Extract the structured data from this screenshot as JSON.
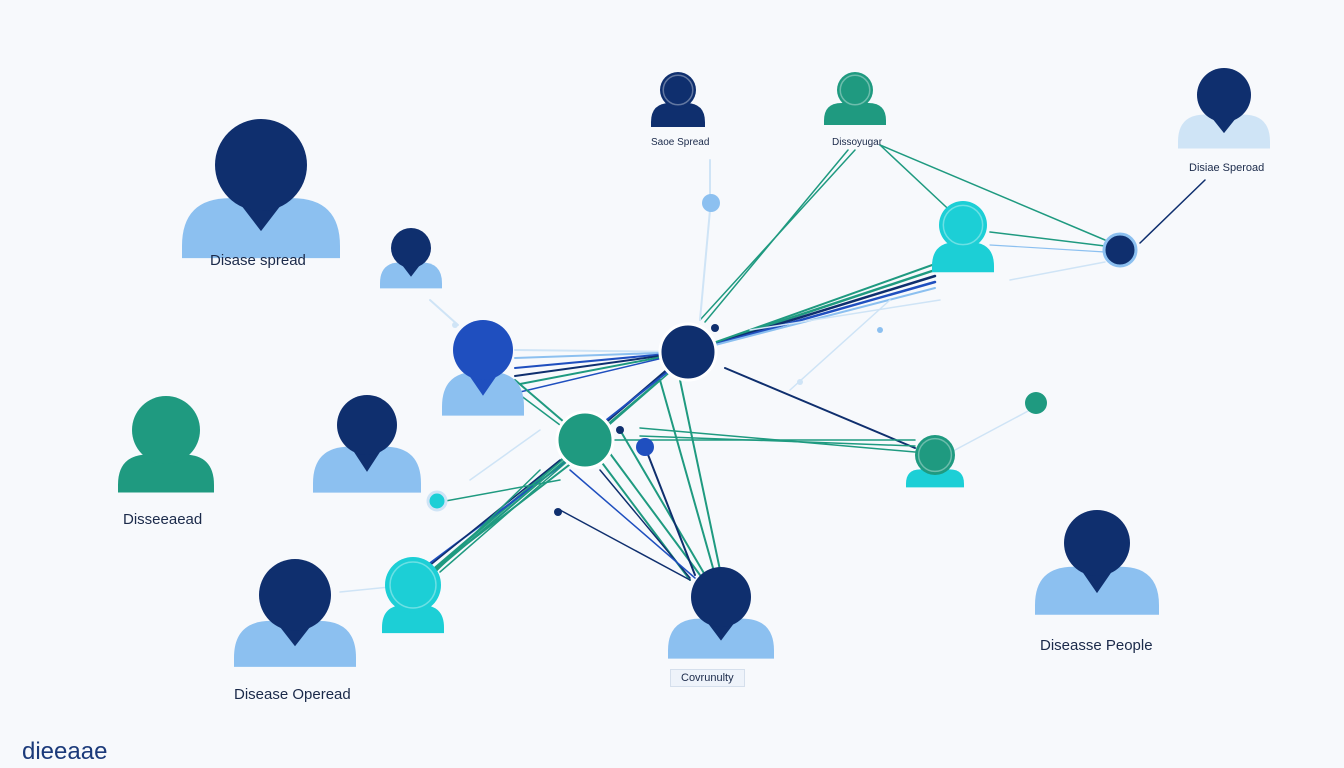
{
  "colors": {
    "navy": "#0f2f6e",
    "blue": "#1f4fbf",
    "teal": "#1f9a80",
    "cyan": "#1ccfd6",
    "light_blue": "#8cc0f0",
    "pale_blue": "#cfe4f6"
  },
  "labels": {
    "top_left_person": "Disase spread",
    "left_green_person": "Disseeaead",
    "bottom_left_person": "Disease Operead",
    "top_small_person": "Saoe Spread",
    "top_green_person": "Dissoyugar",
    "top_right_person": "Disiae Speroad",
    "center_bottom_person": "Covrunulty",
    "right_person": "Diseasse People",
    "corner_text": "dieeaae"
  },
  "icons": [
    "person-icon",
    "network-node-icon"
  ]
}
